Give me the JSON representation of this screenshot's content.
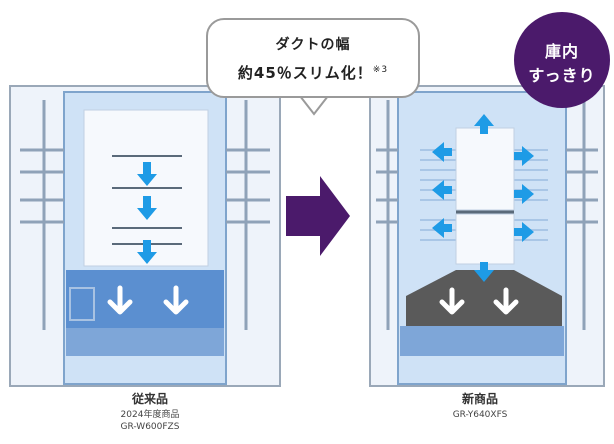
{
  "callout": {
    "line1": "ダクトの幅",
    "line2": "約45％スリム化！",
    "note": "※3"
  },
  "badge": {
    "line1": "庫内",
    "line2": "すっきり"
  },
  "products": {
    "old": {
      "name": "従来品",
      "sub1": "2024年度商品",
      "sub2": "GR-W600FZS"
    },
    "new": {
      "name": "新商品",
      "sub1": "GR-Y640XFS"
    }
  },
  "colors": {
    "light_blue": "#bcd7f2",
    "mid_blue": "#4f8fd4",
    "arrow_blue": "#1e9be6",
    "duct_gray": "#555555",
    "purple": "#4b1a6b"
  }
}
